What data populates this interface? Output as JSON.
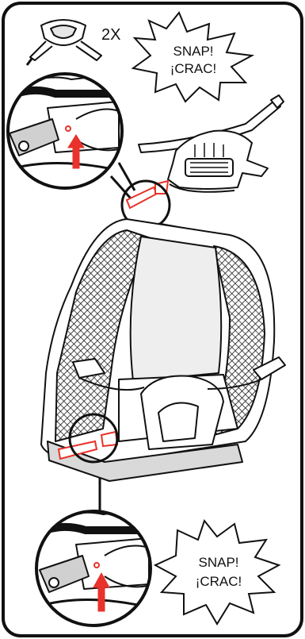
{
  "top_part": {
    "quantity_label": "2X"
  },
  "burst_top": {
    "line1": "SNAP!",
    "line2": "¡CRAC!"
  },
  "burst_bottom": {
    "line1": "SNAP!",
    "line2": "¡CRAC!"
  },
  "colors": {
    "outline": "#111111",
    "highlight_red": "#e8322b",
    "mesh": "#1a1a1a",
    "seat_gray": "#cfcfcf"
  }
}
